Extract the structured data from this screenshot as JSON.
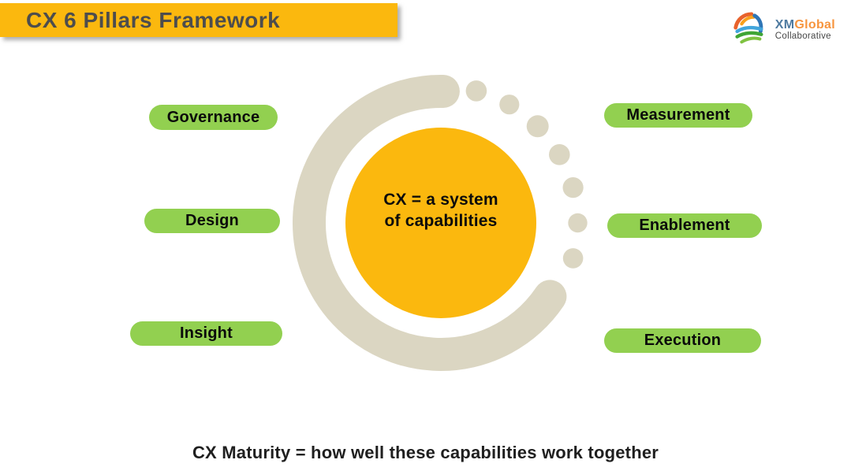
{
  "title": "CX 6 Pillars Framework",
  "logo": {
    "icon": "swirl-globe-icon",
    "brand_xm": "XM",
    "brand_global": "Global",
    "subtitle": "Collaborative"
  },
  "diagram": {
    "center_label_line1": "CX = a system",
    "center_label_line2": "of capabilities",
    "pills": [
      {
        "label": "Governance",
        "side": "left"
      },
      {
        "label": "Design",
        "side": "left"
      },
      {
        "label": "Insight",
        "side": "left"
      },
      {
        "label": "Measurement",
        "side": "right"
      },
      {
        "label": "Enablement",
        "side": "right"
      },
      {
        "label": "Execution",
        "side": "right"
      }
    ]
  },
  "footer": "CX Maturity = how well these capabilities work together",
  "colors": {
    "accent_yellow": "#FBB80E",
    "pill_green": "#92D050",
    "arc_beige": "#DBD6C2",
    "title_text": "#4D4D4D",
    "logo_blue": "#4E7AA0",
    "logo_orange": "#F7953E",
    "footer_text": "#1F1F1F"
  }
}
